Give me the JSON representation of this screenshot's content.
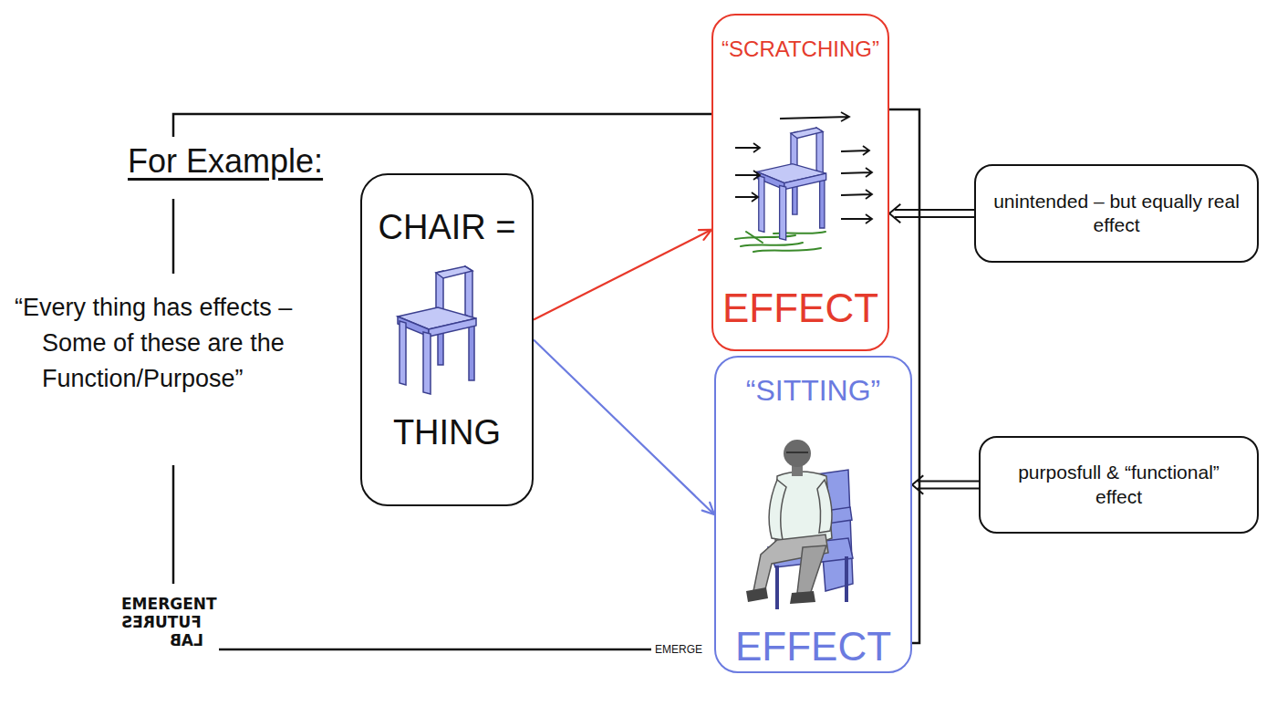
{
  "diagram": {
    "nodes": [
      {
        "text": [
          "CHAIR =",
          "THING"
        ]
      },
      {
        "text": [
          "“SCRATCHING”",
          "EFFECT"
        ]
      },
      {
        "text": [
          "“SITTING”",
          "EFFECT"
        ]
      },
      {
        "text": [
          "unintended – but equally real effect"
        ]
      },
      {
        "text": [
          "purposfull & “functional” effect"
        ]
      }
    ],
    "edges": [
      {
        "from": 0,
        "to": 1,
        "arrow": "to"
      },
      {
        "from": 0,
        "to": 2,
        "arrow": "to"
      },
      {
        "from": 3,
        "to": 1,
        "arrow": "to"
      },
      {
        "from": 4,
        "to": 2,
        "arrow": "to"
      }
    ],
    "labels": [
      "For Example:",
      "“Every thing has effects – Some of these are the Function/Purpose”",
      "EMERGENT",
      "FUTURES",
      "LAB",
      "EMERGE"
    ]
  }
}
